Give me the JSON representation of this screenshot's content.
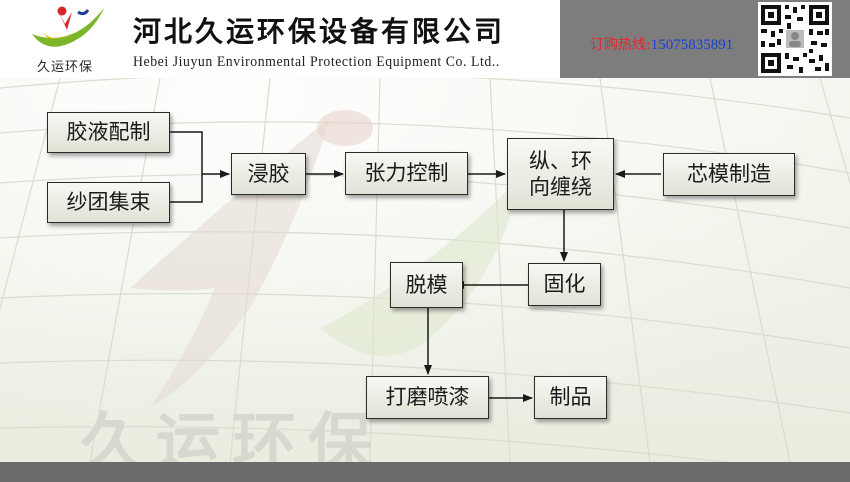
{
  "header": {
    "logo_text": "久运环保",
    "company_cn": "河北久运环保设备有限公司",
    "company_en": "Hebei Jiuyun Environmental Protection Equipment Co. Ltd..",
    "hotline_label": "订购热线:",
    "hotline_number": "15075835891"
  },
  "watermark": "久运环保",
  "colors": {
    "hotline_label": "#e8262f",
    "hotline_number": "#1a3fd8",
    "logo_red": "#d8262e",
    "logo_green": "#7db52a"
  },
  "flow": {
    "nodes": [
      {
        "id": "n1",
        "label": "胶液配制"
      },
      {
        "id": "n2",
        "label": "纱团集束"
      },
      {
        "id": "n3",
        "label": "浸胶"
      },
      {
        "id": "n4",
        "label": "张力控制"
      },
      {
        "id": "n5",
        "label": "纵、环\n向缠绕"
      },
      {
        "id": "n6",
        "label": "芯模制造"
      },
      {
        "id": "n7",
        "label": "固化"
      },
      {
        "id": "n8",
        "label": "脱模"
      },
      {
        "id": "n9",
        "label": "打磨喷漆"
      },
      {
        "id": "n10",
        "label": "制品"
      }
    ]
  }
}
